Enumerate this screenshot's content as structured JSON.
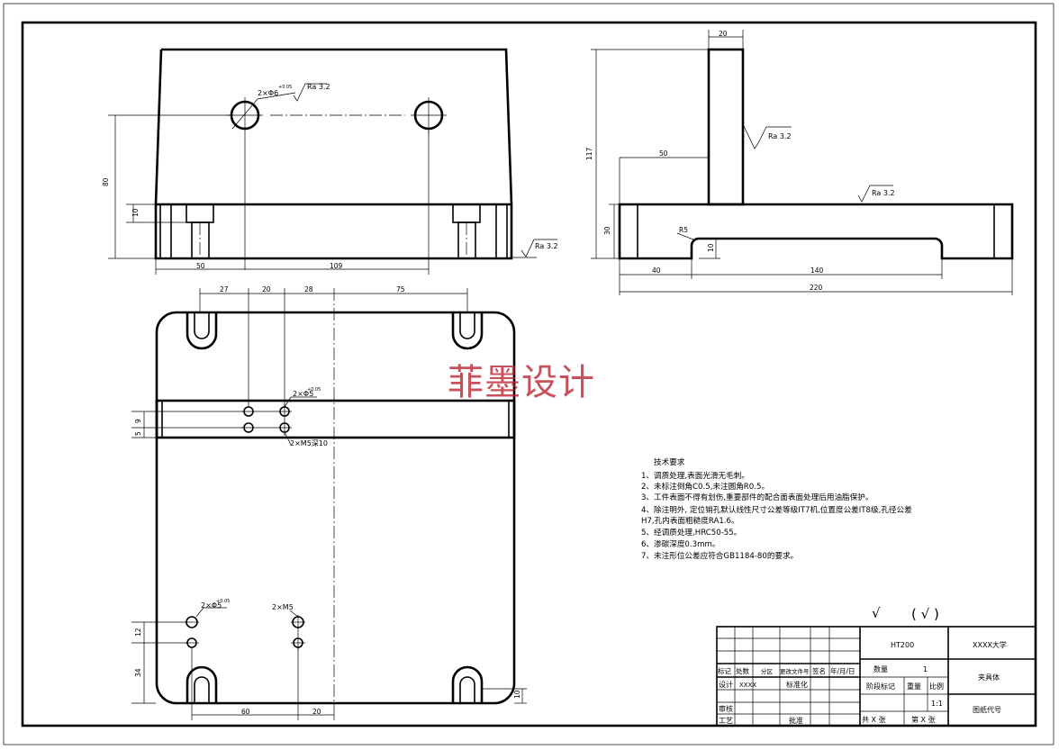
{
  "watermark": "菲墨设计",
  "front_view": {
    "dims": {
      "h_total": "80",
      "h_step": "10",
      "w_left": "50",
      "w_span": "109"
    },
    "hole_note": "2×Φ6",
    "hole_tol": "+0.05",
    "roughness_top": "Ra 3.2",
    "roughness_bottom": "Ra 3.2"
  },
  "side_view": {
    "dims": {
      "rib_w": "20",
      "h_total": "117",
      "rib_offset": "50",
      "base_h": "30",
      "fillet": "R5",
      "groove_h": "10",
      "groove_x": "40",
      "groove_w": "140",
      "length": "220"
    },
    "roughness_rib": "Ra 3.2",
    "roughness_base": "Ra 3.2"
  },
  "top_view": {
    "dims": {
      "d1": "27",
      "d2": "20",
      "d3": "28",
      "d4": "75",
      "v1": "9",
      "v2": "5",
      "v3": "12",
      "v4": "34",
      "b1": "60",
      "b2": "20",
      "slot": "10"
    },
    "note_hole_upper": "2×Φ5",
    "note_hole_upper_tol": "+0.05",
    "note_thread_upper": "2×M5深10",
    "note_hole_lower": "2×Φ5",
    "note_hole_lower_tol": "+0.05",
    "note_thread_lower": "2×M5"
  },
  "tech_req": {
    "title": "技术要求",
    "items": [
      "1、调质处理,表面光滑无毛刺。",
      "2、未标注倒角C0.5,未注圆角R0.5。",
      "3、工件表面不得有划伤,重要部件的配合面表面处理后用油脂保护。",
      "4、除注明外, 定位销孔默认线性尺寸公差等级IT7机,位置度公差IT8级,孔径公差",
      "H7,孔内表面粗糙度RA1.6。",
      "5、经调质处理,HRC50-55。",
      "6、渗碳深度0.3mm。",
      "7、未注形位公差应符合GB1184-80的要求。"
    ]
  },
  "general_roughness": {
    "symbol": "√",
    "paren": "( √ )"
  },
  "title_block": {
    "material": "HT200",
    "school": "XXXX大学",
    "part_name": "夹具体",
    "drawing_no_label": "图纸代号",
    "qty_label": "数量",
    "qty_value": "1",
    "stage_label": "阶段标记",
    "weight_label": "重量",
    "scale_label": "比例",
    "scale_value": "1:1",
    "sheets_total": "共 X 张",
    "sheet_no": "第 X 张",
    "rev_headers": [
      "标记",
      "处数",
      "分区",
      "更改文件号",
      "签名",
      "年/月/日"
    ],
    "designer_label": "设计",
    "designer": "XXXX",
    "standardization_label": "标准化",
    "check_label": "审核",
    "process_label": "工艺",
    "approve_label": "批准"
  }
}
